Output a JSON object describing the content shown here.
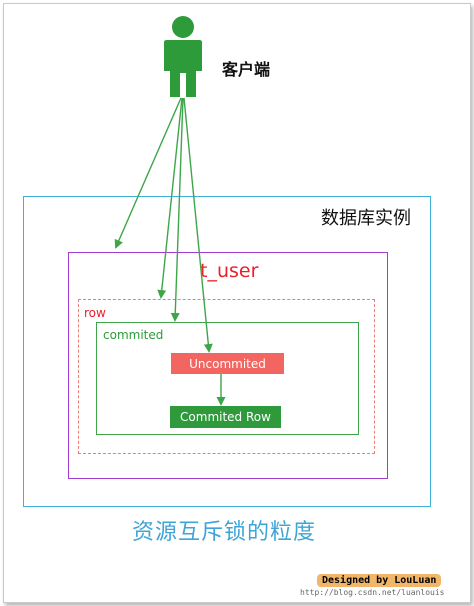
{
  "client": {
    "label": "客户端",
    "icon": "person-icon",
    "color": "#2e9b3a"
  },
  "db_instance": {
    "label": "数据库实例",
    "color": "#3fb0d8"
  },
  "table": {
    "label": "t_user",
    "color": "#a23cd0",
    "text_color": "#e8202a"
  },
  "row": {
    "label": "row",
    "color": "#f07a78"
  },
  "commited_group": {
    "label": "commited",
    "color": "#3ea54a"
  },
  "uncommited_box": {
    "label": "Uncommited",
    "color": "#f26560"
  },
  "commited_row_box": {
    "label": "Commited Row",
    "color": "#2f9a3c"
  },
  "caption": "资源互斥锁的粒度",
  "credit": {
    "text": "Designed by LouLuan",
    "url": "http://blog.csdn.net/luanlouis"
  }
}
